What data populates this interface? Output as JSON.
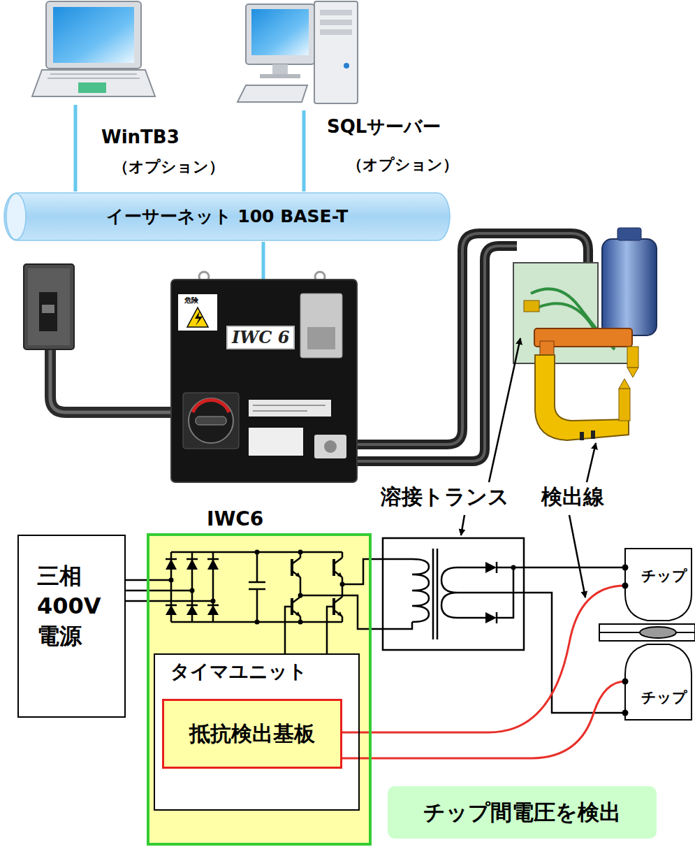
{
  "diagram": {
    "nodes": [
      {
        "text": [
          "イーサーネット 100 BASE-T"
        ]
      },
      {
        "text": [
          "三相 400V 電源"
        ]
      },
      {
        "text": [
          "IWC6"
        ]
      },
      {
        "text": [
          "タイマユニット"
        ],
        "in": 2
      },
      {
        "text": [
          "抵抗検出基板"
        ],
        "in": 3
      },
      {
        "text": [
          "チップ間電圧を検出"
        ]
      }
    ],
    "edges": [
      {
        "from": 1,
        "to": 2,
        "arrow": "none"
      }
    ],
    "labels": [
      "WinTB3",
      "（オプション）",
      "SQLサーバー",
      "（オプション）",
      "危険",
      "IWC 6",
      "溶接トランス",
      "検出線",
      "チップ",
      "チップ"
    ]
  }
}
